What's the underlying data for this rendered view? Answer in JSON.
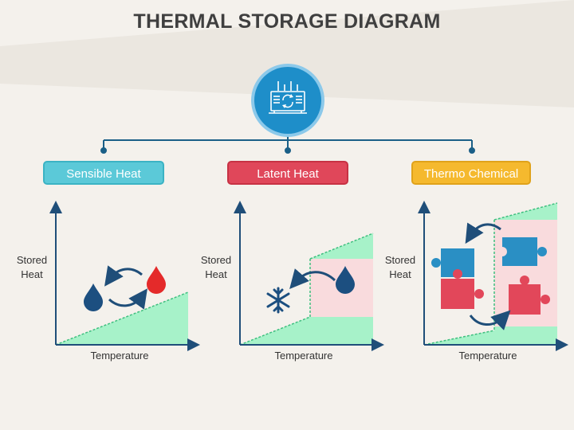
{
  "title": "THERMAL STORAGE DIAGRAM",
  "hub": {
    "icon": "thermal-storage-tank-icon",
    "color": "#1e8ec9"
  },
  "categories": [
    {
      "label": "Sensible Heat",
      "color": "#5bc9d8"
    },
    {
      "label": "Latent Heat",
      "color": "#e0475a"
    },
    {
      "label": "Thermo Chemical",
      "color": "#f5b92e"
    }
  ],
  "axes": {
    "y_label_line1": "Stored",
    "y_label_line2": "Heat",
    "x_label": "Temperature"
  },
  "colors": {
    "fill_green": "#a7f2c9",
    "fill_pink": "#f9dbdd",
    "arrow": "#1f4e79"
  }
}
